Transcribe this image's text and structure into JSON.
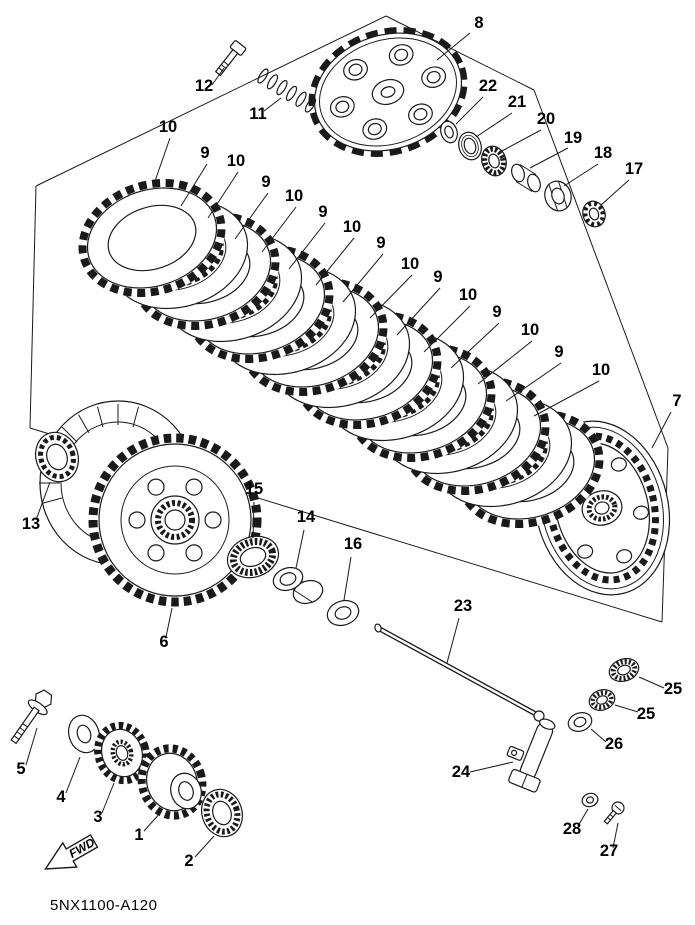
{
  "title": "Clutch exploded parts diagram",
  "colors": {
    "line": "#1a1a1a",
    "background": "#ffffff",
    "text": "#000000"
  },
  "footer": {
    "drawing_code": "5NX1100-A120"
  },
  "fwd": {
    "label": "FWD"
  },
  "callouts": {
    "c8": "8",
    "c12": "12",
    "c11": "11",
    "c22": "22",
    "c21": "21",
    "c20": "20",
    "c19": "19",
    "c18": "18",
    "c17": "17",
    "c10a": "10",
    "c10b": "10",
    "c10c": "10",
    "c10d": "10",
    "c10e": "10",
    "c10f": "10",
    "c10g": "10",
    "c10h": "10",
    "c9a": "9",
    "c9b": "9",
    "c9c": "9",
    "c9d": "9",
    "c9e": "9",
    "c9f": "9",
    "c9g": "9",
    "c7": "7",
    "c13": "13",
    "c6": "6",
    "c15": "15",
    "c14": "14",
    "c16": "16",
    "c23": "23",
    "c25a": "25",
    "c25b": "25",
    "c26": "26",
    "c24": "24",
    "c5": "5",
    "c4": "4",
    "c3": "3",
    "c1": "1",
    "c2": "2",
    "c28": "28",
    "c27": "27"
  }
}
